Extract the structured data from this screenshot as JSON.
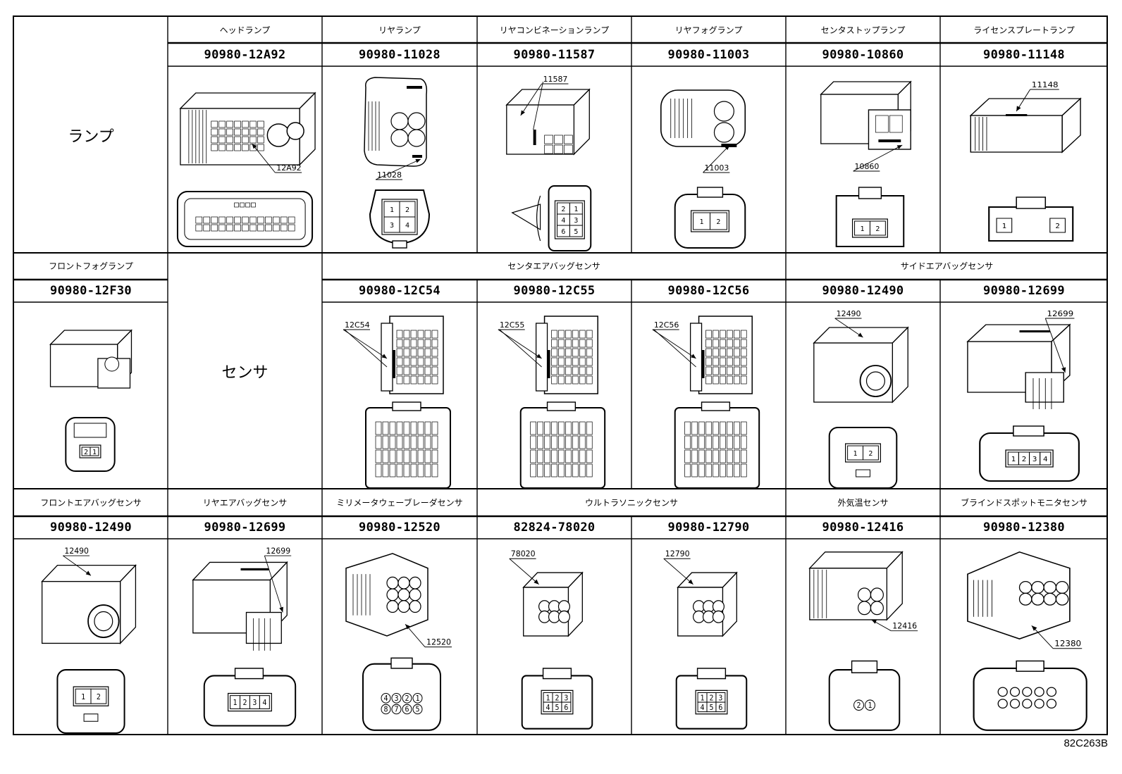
{
  "figure_code": "82C263B",
  "row_titles": {
    "lamp": "ランプ",
    "sensor": "センサ"
  },
  "group_headers": {
    "center_airbag_sensor": "センタエアバッグセンサ",
    "side_airbag_sensor": "サイドエアバッグセンサ",
    "ultrasonic_sensor": "ウルトラソニックセンサ"
  },
  "connectors": [
    {
      "id": "headlamp",
      "name": "ヘッドランプ",
      "part_number": "90980-12A92",
      "callout": "12A92",
      "pins": []
    },
    {
      "id": "rear-lamp",
      "name": "リヤランプ",
      "part_number": "90980-11028",
      "callout": "11028",
      "pins": [
        "1",
        "2",
        "3",
        "4"
      ]
    },
    {
      "id": "rear-combination-lamp",
      "name": "リヤコンビネーションランプ",
      "part_number": "90980-11587",
      "callout": "11587",
      "pins": [
        "2",
        "1",
        "4",
        "3",
        "6",
        "5"
      ]
    },
    {
      "id": "rear-fog-lamp",
      "name": "リヤフォグランプ",
      "part_number": "90980-11003",
      "callout": "11003",
      "pins": [
        "1",
        "2"
      ]
    },
    {
      "id": "center-stop-lamp",
      "name": "センタストップランプ",
      "part_number": "90980-10860",
      "callout": "10860",
      "pins": [
        "1",
        "2"
      ]
    },
    {
      "id": "license-plate-lamp",
      "name": "ライセンスプレートランプ",
      "part_number": "90980-11148",
      "callout": "11148",
      "pins": [
        "1",
        "2"
      ]
    },
    {
      "id": "front-fog-lamp",
      "name": "フロントフォグランプ",
      "part_number": "90980-12F30",
      "callout": "",
      "pins": [
        "2",
        "1"
      ]
    },
    {
      "id": "center-airbag-1",
      "name": "",
      "part_number": "90980-12C54",
      "callout": "12C54",
      "pins": []
    },
    {
      "id": "center-airbag-2",
      "name": "",
      "part_number": "90980-12C55",
      "callout": "12C55",
      "pins": []
    },
    {
      "id": "center-airbag-3",
      "name": "",
      "part_number": "90980-12C56",
      "callout": "12C56",
      "pins": []
    },
    {
      "id": "side-airbag-1",
      "name": "",
      "part_number": "90980-12490",
      "callout": "12490",
      "pins": [
        "1",
        "2"
      ]
    },
    {
      "id": "side-airbag-2",
      "name": "",
      "part_number": "90980-12699",
      "callout": "12699",
      "pins": [
        "1",
        "2",
        "3",
        "4"
      ]
    },
    {
      "id": "front-airbag-sensor",
      "name": "フロントエアバッグセンサ",
      "part_number": "90980-12490",
      "callout": "12490",
      "pins": [
        "1",
        "2"
      ]
    },
    {
      "id": "rear-airbag-sensor",
      "name": "リヤエアバッグセンサ",
      "part_number": "90980-12699",
      "callout": "12699",
      "pins": [
        "1",
        "2",
        "3",
        "4"
      ]
    },
    {
      "id": "mmwave-radar-sensor",
      "name": "ミリメータウェーブレーダセンサ",
      "part_number": "90980-12520",
      "callout": "12520",
      "pins": [
        "4",
        "3",
        "2",
        "1",
        "8",
        "7",
        "6",
        "5"
      ]
    },
    {
      "id": "ultrasonic-1",
      "name": "",
      "part_number": "82824-78020",
      "callout": "78020",
      "pins": [
        "1",
        "2",
        "3",
        "4",
        "5",
        "6"
      ]
    },
    {
      "id": "ultrasonic-2",
      "name": "",
      "part_number": "90980-12790",
      "callout": "12790",
      "pins": [
        "1",
        "2",
        "3",
        "4",
        "5",
        "6"
      ]
    },
    {
      "id": "ambient-temp-sensor",
      "name": "外気温センサ",
      "part_number": "90980-12416",
      "callout": "12416",
      "pins": [
        "2",
        "1"
      ]
    },
    {
      "id": "blind-spot-monitor-sensor",
      "name": "ブラインドスポットモニタセンサ",
      "part_number": "90980-12380",
      "callout": "12380",
      "pins": []
    }
  ]
}
